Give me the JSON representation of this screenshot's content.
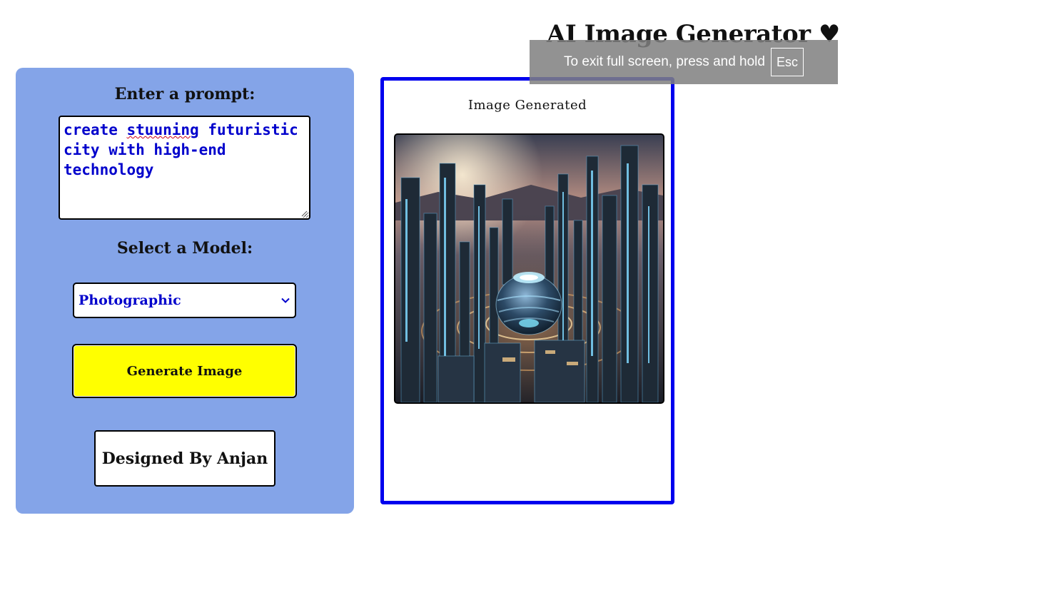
{
  "app": {
    "title": "AI Image Generator ♥"
  },
  "fullscreen_notice": {
    "text": "To exit full screen, press and hold",
    "key": "Esc"
  },
  "form": {
    "prompt_heading": "Enter a prompt:",
    "prompt_misspelled_word": "stuuning",
    "prompt_value_before": "create ",
    "prompt_value_after": " futuristic city with high-end technology",
    "model_heading": "Select a Model:",
    "model_selected": "Photographic",
    "generate_label": "Generate Image",
    "credit": "Designed By Anjan"
  },
  "result": {
    "label": "Image Generated",
    "image_icon": "futuristic-city-image"
  },
  "colors": {
    "panel_bg": "#84a4e8",
    "accent_blue": "#0000ee",
    "button_yellow": "#ffff00",
    "text_blue": "#0000cc"
  }
}
